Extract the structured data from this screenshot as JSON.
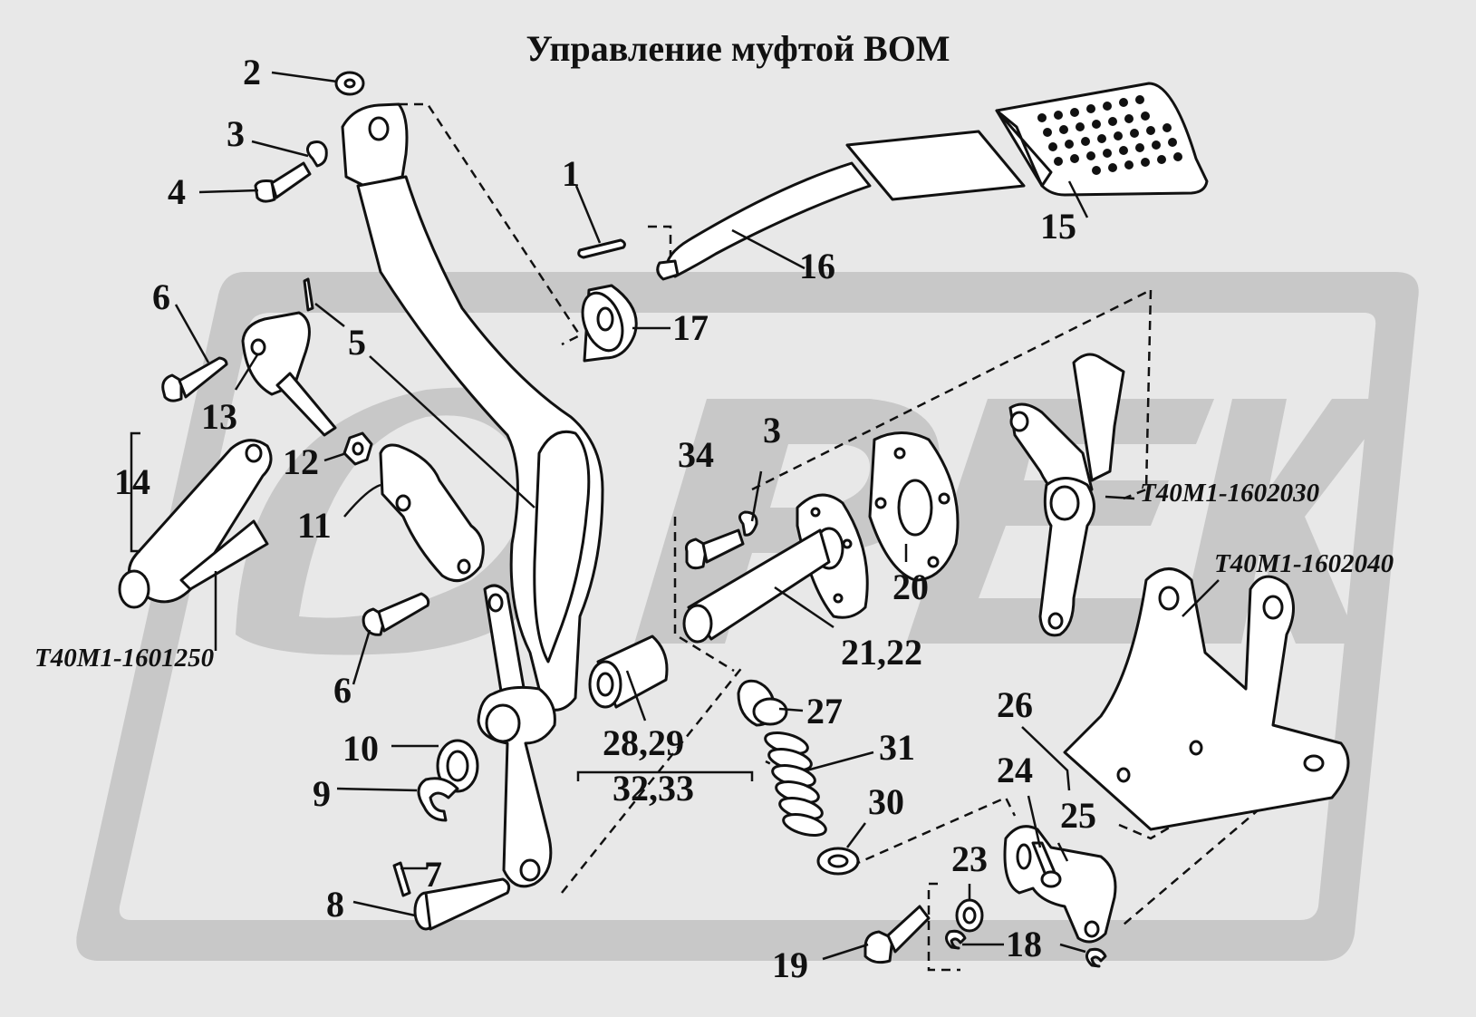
{
  "title": "Управление муфтой ВОМ",
  "callouts": [
    {
      "id": "c1",
      "text": "1"
    },
    {
      "id": "c2",
      "text": "2"
    },
    {
      "id": "c3a",
      "text": "3"
    },
    {
      "id": "c3b",
      "text": "3"
    },
    {
      "id": "c4",
      "text": "4"
    },
    {
      "id": "c5",
      "text": "5"
    },
    {
      "id": "c6a",
      "text": "6"
    },
    {
      "id": "c6b",
      "text": "6"
    },
    {
      "id": "c7",
      "text": "7"
    },
    {
      "id": "c8",
      "text": "8"
    },
    {
      "id": "c9",
      "text": "9"
    },
    {
      "id": "c10",
      "text": "10"
    },
    {
      "id": "c11",
      "text": "11"
    },
    {
      "id": "c12",
      "text": "12"
    },
    {
      "id": "c13",
      "text": "13"
    },
    {
      "id": "c14",
      "text": "14"
    },
    {
      "id": "c15",
      "text": "15"
    },
    {
      "id": "c16",
      "text": "16"
    },
    {
      "id": "c17",
      "text": "17"
    },
    {
      "id": "c18",
      "text": "18"
    },
    {
      "id": "c19",
      "text": "19"
    },
    {
      "id": "c20",
      "text": "20"
    },
    {
      "id": "c21",
      "text": "21,22"
    },
    {
      "id": "c23",
      "text": "23"
    },
    {
      "id": "c24",
      "text": "24"
    },
    {
      "id": "c25",
      "text": "25"
    },
    {
      "id": "c26",
      "text": "26"
    },
    {
      "id": "c27",
      "text": "27"
    },
    {
      "id": "c28",
      "text": "28,29"
    },
    {
      "id": "c30",
      "text": "30"
    },
    {
      "id": "c31",
      "text": "31"
    },
    {
      "id": "c32",
      "text": "32,33"
    },
    {
      "id": "c34",
      "text": "34"
    }
  ],
  "assembly_codes": [
    {
      "id": "a1",
      "text": "Т40М1-1601250"
    },
    {
      "id": "a2",
      "text": "Т40М1-1602030"
    },
    {
      "id": "a3",
      "text": "Т40М1-1602040"
    }
  ]
}
